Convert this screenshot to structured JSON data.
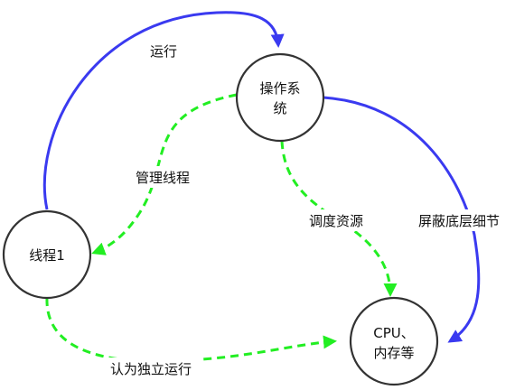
{
  "colors": {
    "blue": "#3a3af0",
    "green": "#22ee22",
    "node_border": "#333333"
  },
  "nodes": {
    "os": {
      "line1": "操作系",
      "line2": "统"
    },
    "thread": {
      "line1": "线程1"
    },
    "hw": {
      "line1": "CPU、",
      "line2": "内存等"
    }
  },
  "edges": {
    "run": {
      "label": "运行",
      "style": "solid"
    },
    "manage": {
      "label": "管理线程",
      "style": "dashed"
    },
    "schedule": {
      "label": "调度资源",
      "style": "dashed"
    },
    "hide": {
      "label": "屏蔽底层细节",
      "style": "solid"
    },
    "believe": {
      "label": "认为独立运行",
      "style": "dashed"
    }
  }
}
